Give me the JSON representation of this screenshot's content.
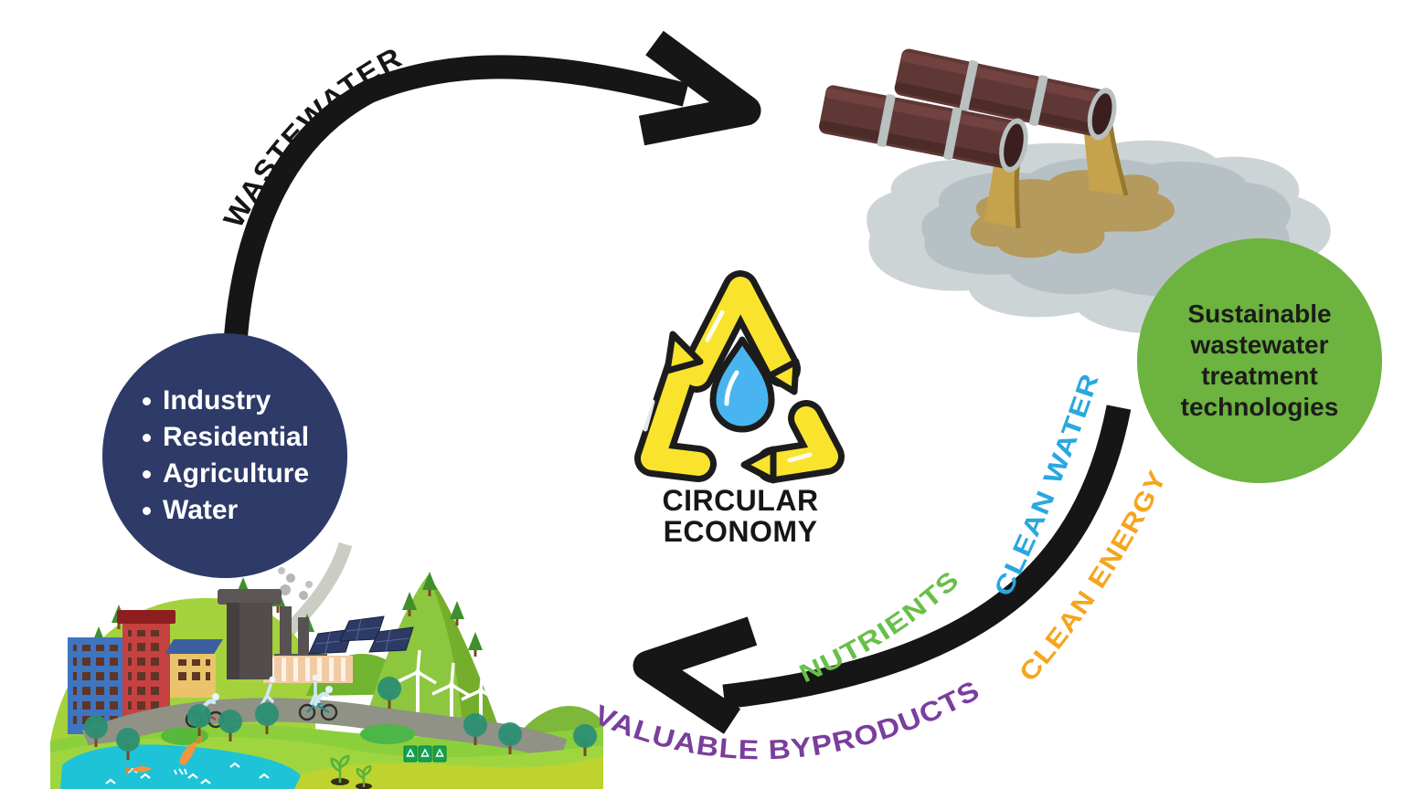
{
  "colors": {
    "navy_circle": "#2e3a68",
    "green_circle": "#6cb33f",
    "arrow_black": "#161616",
    "recycle_yellow": "#f9e32d",
    "drop_blue": "#49b5f0",
    "clean_water_blue": "#29a8e0",
    "clean_energy_orange": "#f6a51c",
    "nutrients_green": "#68bf49",
    "byproducts_purple": "#7a3e9d"
  },
  "flows": {
    "wastewater": {
      "label": "WASTEWATER",
      "color": "#161616"
    },
    "clean_water": {
      "label": "CLEAN WATER",
      "color": "#29a8e0"
    },
    "clean_energy": {
      "label": "CLEAN ENERGY",
      "color": "#f6a51c"
    },
    "nutrients": {
      "label": "NUTRIENTS",
      "color": "#68bf49"
    },
    "valuable_byproducts": {
      "label": "VALUABLE BYPRODUCTS",
      "color": "#7a3e9d"
    }
  },
  "sources_circle": {
    "items": [
      "Industry",
      "Residential",
      "Agriculture",
      "Water"
    ]
  },
  "treatment_circle": {
    "lines": [
      "Sustainable",
      "wastewater",
      "treatment",
      "technologies"
    ]
  },
  "center_icon": {
    "caption_line1": "CIRCULAR",
    "caption_line2": "ECONOMY"
  }
}
